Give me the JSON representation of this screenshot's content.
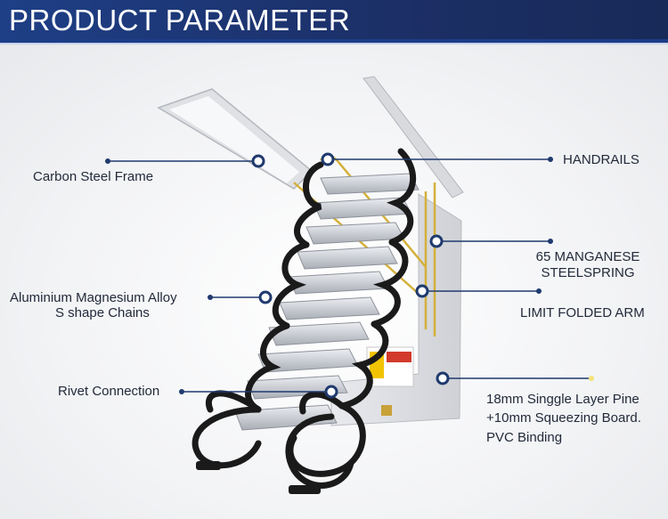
{
  "header": {
    "title": "PRODUCT PARAMETER"
  },
  "colors": {
    "header_bg": "#1c2f66",
    "callout_line": "#1f3a6e",
    "ladder_black": "#1a1a1a",
    "step_gray": "#c9ccd2",
    "gold": "#d4b03a",
    "warning_yellow": "#f2c300"
  },
  "labels": {
    "carbon_frame": "Carbon Steel Frame",
    "handrails": "HANDRAILS",
    "manganese_1": "65 MANGANESE",
    "manganese_2": "STEELSPRING",
    "aluminium_1": "Aluminium Magnesium Alloy",
    "aluminium_2": "S shape Chains",
    "limit_arm": "LIMIT FOLDED ARM",
    "rivet": "Rivet Connection",
    "board_1": "18mm Singgle Layer Pine",
    "board_2": "+10mm Squeezing Board.",
    "board_3": "PVC Binding"
  }
}
